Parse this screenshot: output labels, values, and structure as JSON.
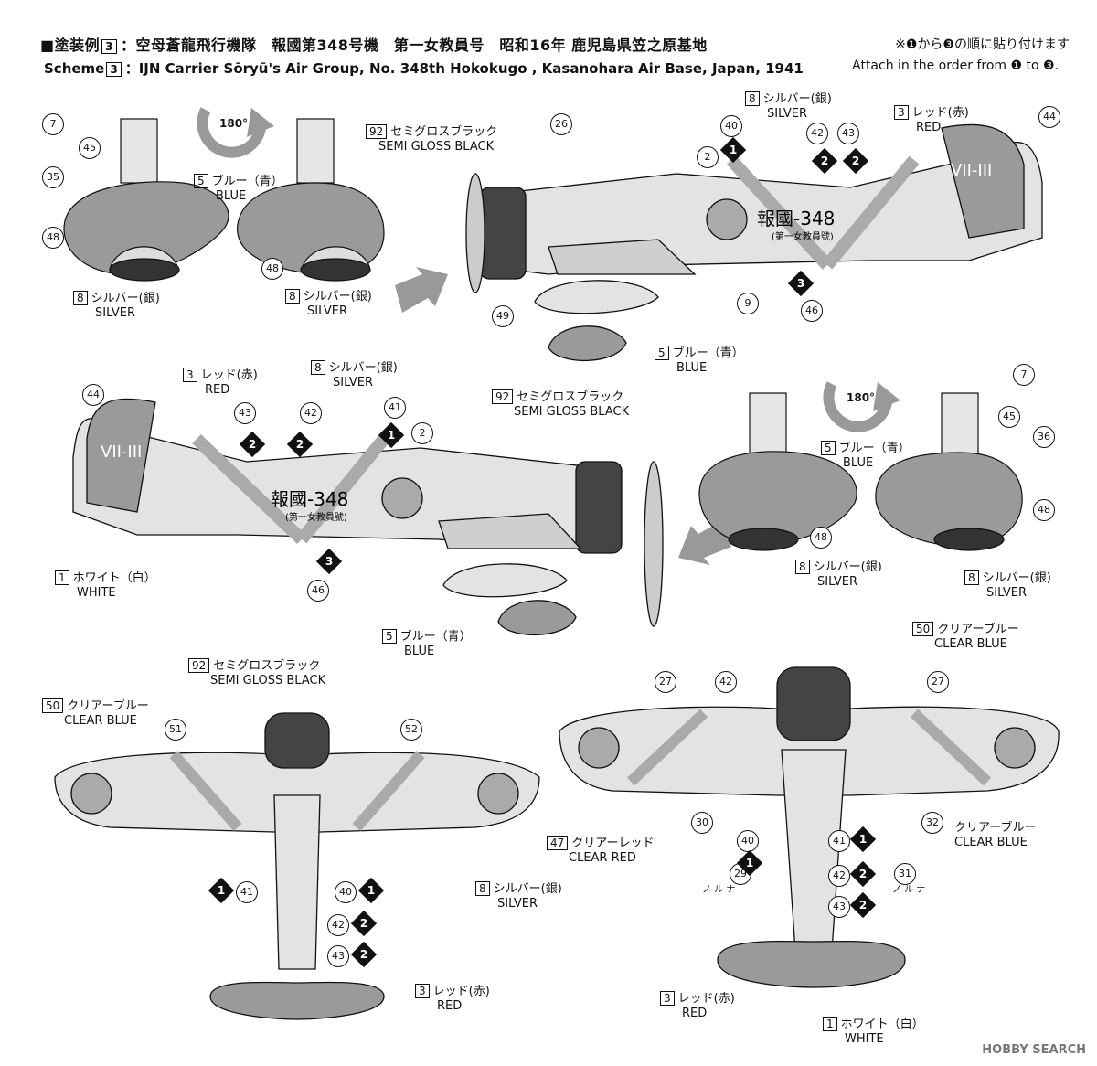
{
  "header": {
    "prefix": "■",
    "title_jp": "塗装例",
    "scheme_no": "3",
    "title_jp_rest": "：空母蒼龍飛行機隊　報國第348号機　第一女教員号　昭和16年 鹿児島県笠之原基地",
    "title_en_label": "Scheme",
    "title_en_rest": "：IJN Carrier Sōryū's Air Group, No. 348th Hokokugo , Kasanohara Air Base, Japan, 1941",
    "order_jp": "※❶から❸の順に貼り付けます",
    "order_en": "Attach in the order from ❶ to ❸."
  },
  "rotate_label": "180°",
  "fuselage_text": "報國-348",
  "fuselage_subtext": "(第一女教員號)",
  "tail_code": "VII-III",
  "colors": [
    {
      "no": "1",
      "jp": "ホワイト（白）",
      "en": "WHITE"
    },
    {
      "no": "3",
      "jp": "レッド(赤)",
      "en": "RED"
    },
    {
      "no": "5",
      "jp": "ブルー（青）",
      "en": "BLUE"
    },
    {
      "no": "8",
      "jp": "シルバー(銀)",
      "en": "SILVER"
    },
    {
      "no": "92",
      "jp": "セミグロスブラック",
      "en": "SEMI GLOSS BLACK"
    },
    {
      "no": "50",
      "jp": "クリアーブルー",
      "en": "CLEAR BLUE"
    },
    {
      "no": "47",
      "jp": "クリアーレッド",
      "en": "CLEAR RED"
    }
  ],
  "decal_numbers": [
    "7",
    "45",
    "35",
    "48",
    "26",
    "40",
    "42",
    "43",
    "44",
    "2",
    "9",
    "49",
    "46",
    "41",
    "36",
    "51",
    "52",
    "27",
    "30",
    "29",
    "31",
    "32"
  ],
  "order_marks": [
    "1",
    "2",
    "3"
  ],
  "legend_text": {
    "small": "ノ ル ナ"
  },
  "accent": {
    "gray": "#b9b9b9",
    "dark": "#555555",
    "black": "#111111"
  },
  "watermark": "HOBBY SEARCH"
}
